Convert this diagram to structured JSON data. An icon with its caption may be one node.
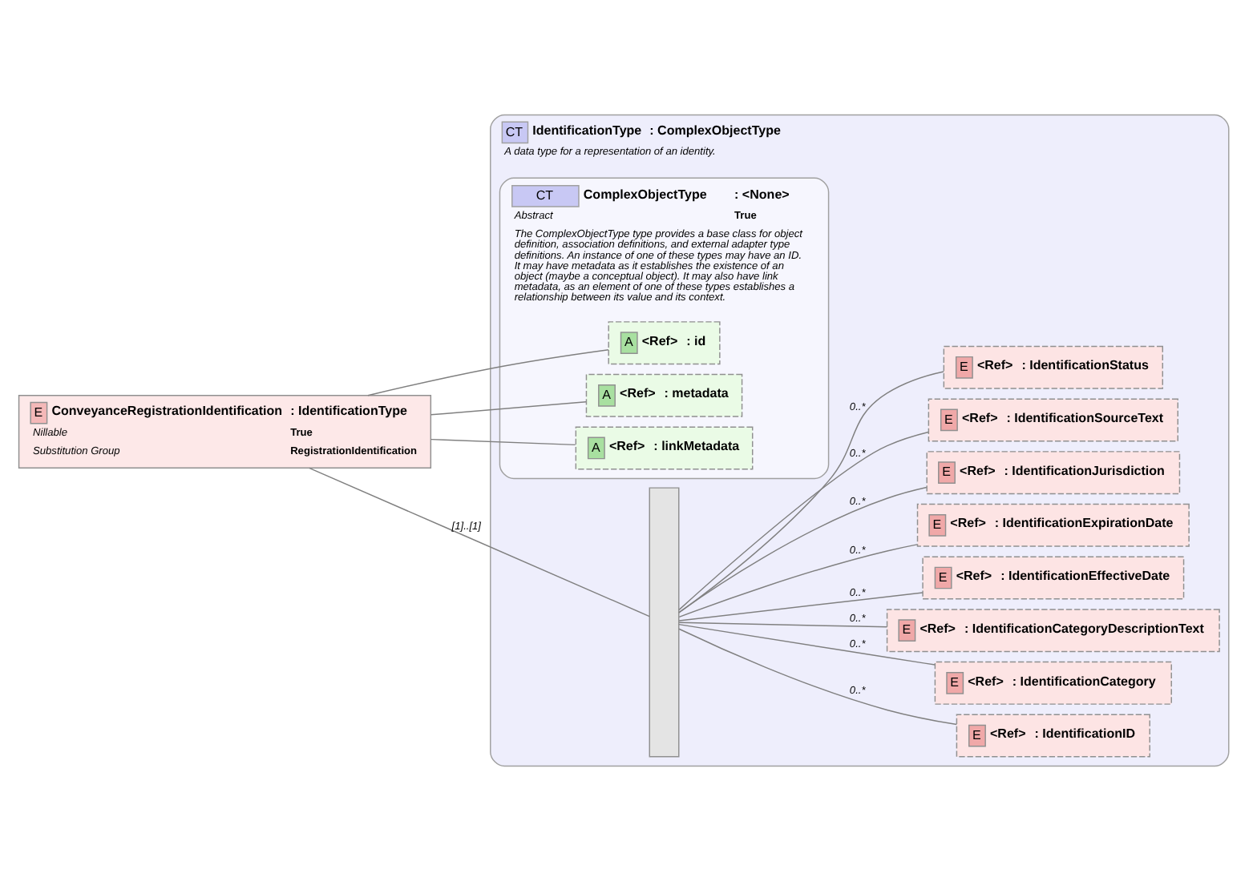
{
  "diagram": {
    "nodes": [
      {
        "text": [
          "E",
          "ConveyanceRegistrationIdentification",
          ": IdentificationType",
          "Nillable",
          "True",
          "Substitution Group",
          "RegistrationIdentification"
        ]
      },
      {
        "text": [
          "CT",
          "IdentificationType",
          ": ComplexObjectType",
          "A data type for a representation of an identity."
        ]
      },
      {
        "text": [
          "CT",
          "ComplexObjectType",
          ": <None>",
          "Abstract",
          "True",
          "The ComplexObjectType type provides a base class for object definition, association definitions, and external adapter type definitions. An instance of one of these types may have an ID. It may have metadata as it establishes the existence of an object (maybe a conceptual object). It may also have link metadata, as an element of one of these types establishes a relationship between its value and its context."
        ],
        "in": 1
      },
      {
        "text": [
          "A",
          "<Ref>",
          ": id"
        ],
        "in": 2
      },
      {
        "text": [
          "A",
          "<Ref>",
          ": metadata"
        ],
        "in": 2
      },
      {
        "text": [
          "A",
          "<Ref>",
          ": linkMetadata"
        ],
        "in": 2
      },
      {
        "text": [],
        "shape": "bar",
        "in": 1
      },
      {
        "text": [
          "E",
          "<Ref>",
          ": IdentificationID"
        ],
        "in": 1
      },
      {
        "text": [
          "E",
          "<Ref>",
          ": IdentificationCategory"
        ],
        "in": 1
      },
      {
        "text": [
          "E",
          "<Ref>",
          ": IdentificationCategoryDescriptionText"
        ],
        "in": 1
      },
      {
        "text": [
          "E",
          "<Ref>",
          ": IdentificationEffectiveDate"
        ],
        "in": 1
      },
      {
        "text": [
          "E",
          "<Ref>",
          ": IdentificationExpirationDate"
        ],
        "in": 1
      },
      {
        "text": [
          "E",
          "<Ref>",
          ": IdentificationJurisdiction"
        ],
        "in": 1
      },
      {
        "text": [
          "E",
          "<Ref>",
          ": IdentificationSourceText"
        ],
        "in": 1
      },
      {
        "text": [
          "E",
          "<Ref>",
          ": IdentificationStatus"
        ],
        "in": 1
      }
    ],
    "edges": [
      {
        "from": 0,
        "to": 3,
        "arrow": "none"
      },
      {
        "from": 0,
        "to": 4,
        "arrow": "none"
      },
      {
        "from": 0,
        "to": 5,
        "arrow": "none"
      },
      {
        "from": 0,
        "to": 6,
        "arrow": "none",
        "label": "[1]..[1]"
      },
      {
        "from": 6,
        "to": 7,
        "arrow": "none",
        "label": "0..*"
      },
      {
        "from": 6,
        "to": 8,
        "arrow": "none",
        "label": "0..*"
      },
      {
        "from": 6,
        "to": 9,
        "arrow": "none",
        "label": "0..*"
      },
      {
        "from": 6,
        "to": 10,
        "arrow": "none",
        "label": "0..*"
      },
      {
        "from": 6,
        "to": 11,
        "arrow": "none",
        "label": "0..*"
      },
      {
        "from": 6,
        "to": 12,
        "arrow": "none",
        "label": "0..*"
      },
      {
        "from": 6,
        "to": 13,
        "arrow": "none",
        "label": "0..*"
      },
      {
        "from": 6,
        "to": 14,
        "arrow": "none",
        "label": "0..*"
      }
    ]
  }
}
